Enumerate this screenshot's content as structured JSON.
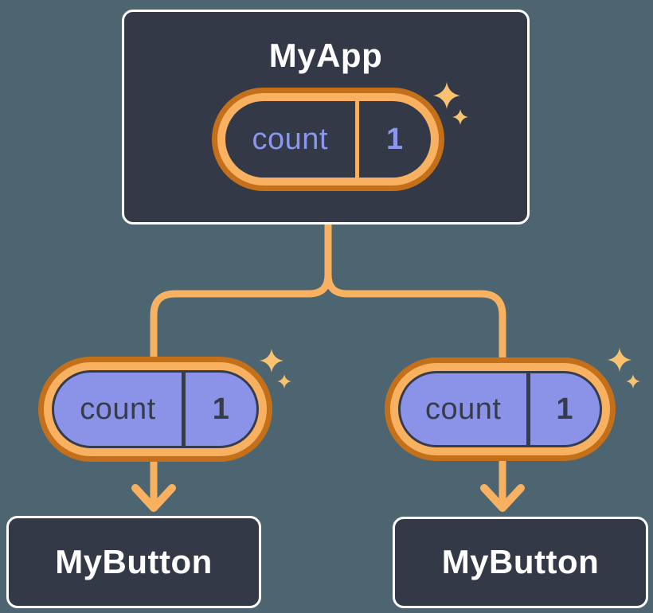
{
  "diagram": {
    "description": "Component tree: parent passes state down as props",
    "root": {
      "title": "MyApp",
      "state_pill": {
        "label": "count",
        "value": "1"
      }
    },
    "children": [
      {
        "title": "MyButton",
        "prop_pill": {
          "label": "count",
          "value": "1"
        }
      },
      {
        "title": "MyButton",
        "prop_pill": {
          "label": "count",
          "value": "1"
        }
      }
    ],
    "icons": [
      "sparkle-icon",
      "arrow-down-icon"
    ],
    "colors": {
      "background": "#4c6570",
      "card_fill": "#333947",
      "card_border": "#ffffff",
      "connector_line": "#f7b160",
      "pill_ring_outer": "#c4701a",
      "pill_ring_inner": "#f7b160",
      "prop_pill_fill": "#8b93e9",
      "ink_dark": "#363c4b",
      "state_text": "#8b96ee",
      "sparkle": "#f9c271",
      "title_text": "#ffffff"
    }
  }
}
